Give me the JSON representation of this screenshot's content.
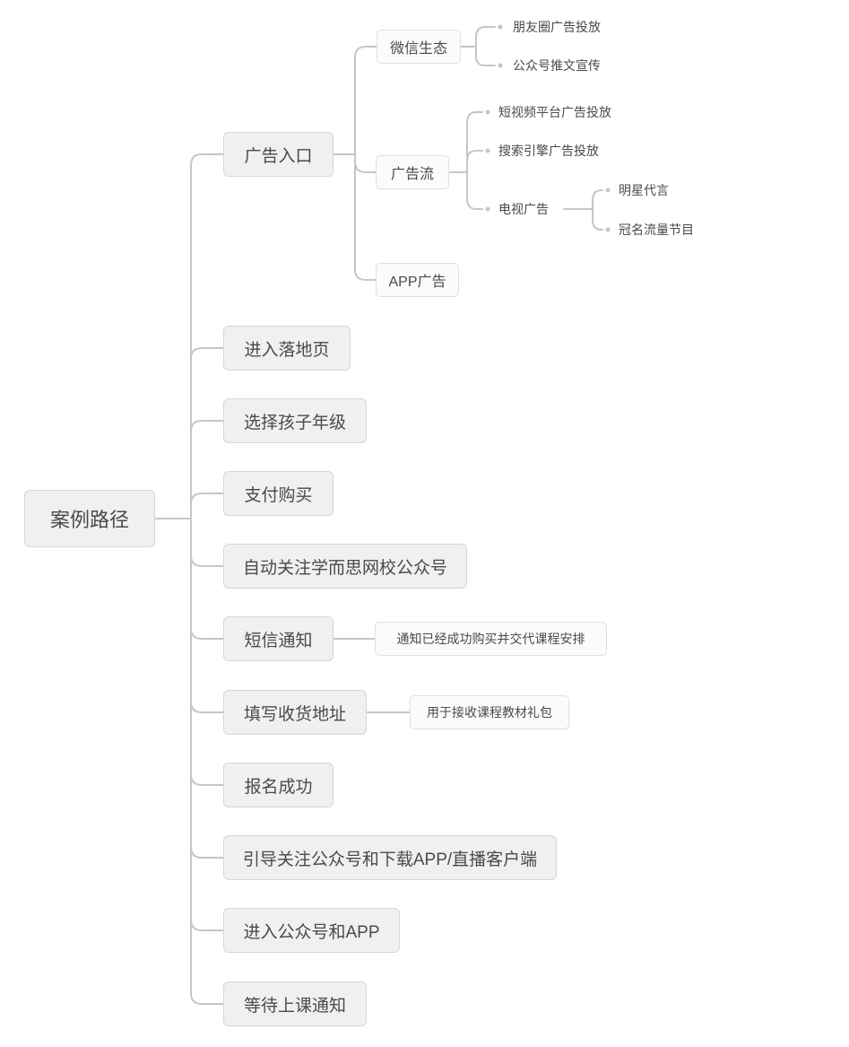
{
  "colors": {
    "text": "#4a4a4a",
    "fill_main": "#f0f0f0",
    "border_main": "#d6d6d6",
    "fill_sub": "#fbfbfb",
    "border_sub": "#e0e0e0",
    "connector": "#c6c6c6",
    "bg": "#ffffff"
  },
  "mindmap": {
    "root": {
      "label": "案例路径"
    },
    "branches": [
      {
        "label": "广告入口",
        "children": [
          {
            "label": "微信生态",
            "children": [
              {
                "label": "朋友圈广告投放"
              },
              {
                "label": "公众号推文宣传"
              }
            ]
          },
          {
            "label": "广告流",
            "children": [
              {
                "label": "短视频平台广告投放"
              },
              {
                "label": "搜索引擎广告投放"
              },
              {
                "label": "电视广告",
                "children": [
                  {
                    "label": "明星代言"
                  },
                  {
                    "label": "冠名流量节目"
                  }
                ]
              }
            ]
          },
          {
            "label": "APP广告"
          }
        ]
      },
      {
        "label": "进入落地页"
      },
      {
        "label": "选择孩子年级"
      },
      {
        "label": "支付购买"
      },
      {
        "label": "自动关注学而思网校公众号"
      },
      {
        "label": "短信通知",
        "children": [
          {
            "label": "通知已经成功购买并交代课程安排"
          }
        ]
      },
      {
        "label": "填写收货地址",
        "children": [
          {
            "label": "用于接收课程教材礼包"
          }
        ]
      },
      {
        "label": "报名成功"
      },
      {
        "label": "引导关注公众号和下载APP/直播客户端"
      },
      {
        "label": "进入公众号和APP"
      },
      {
        "label": "等待上课通知"
      }
    ]
  }
}
